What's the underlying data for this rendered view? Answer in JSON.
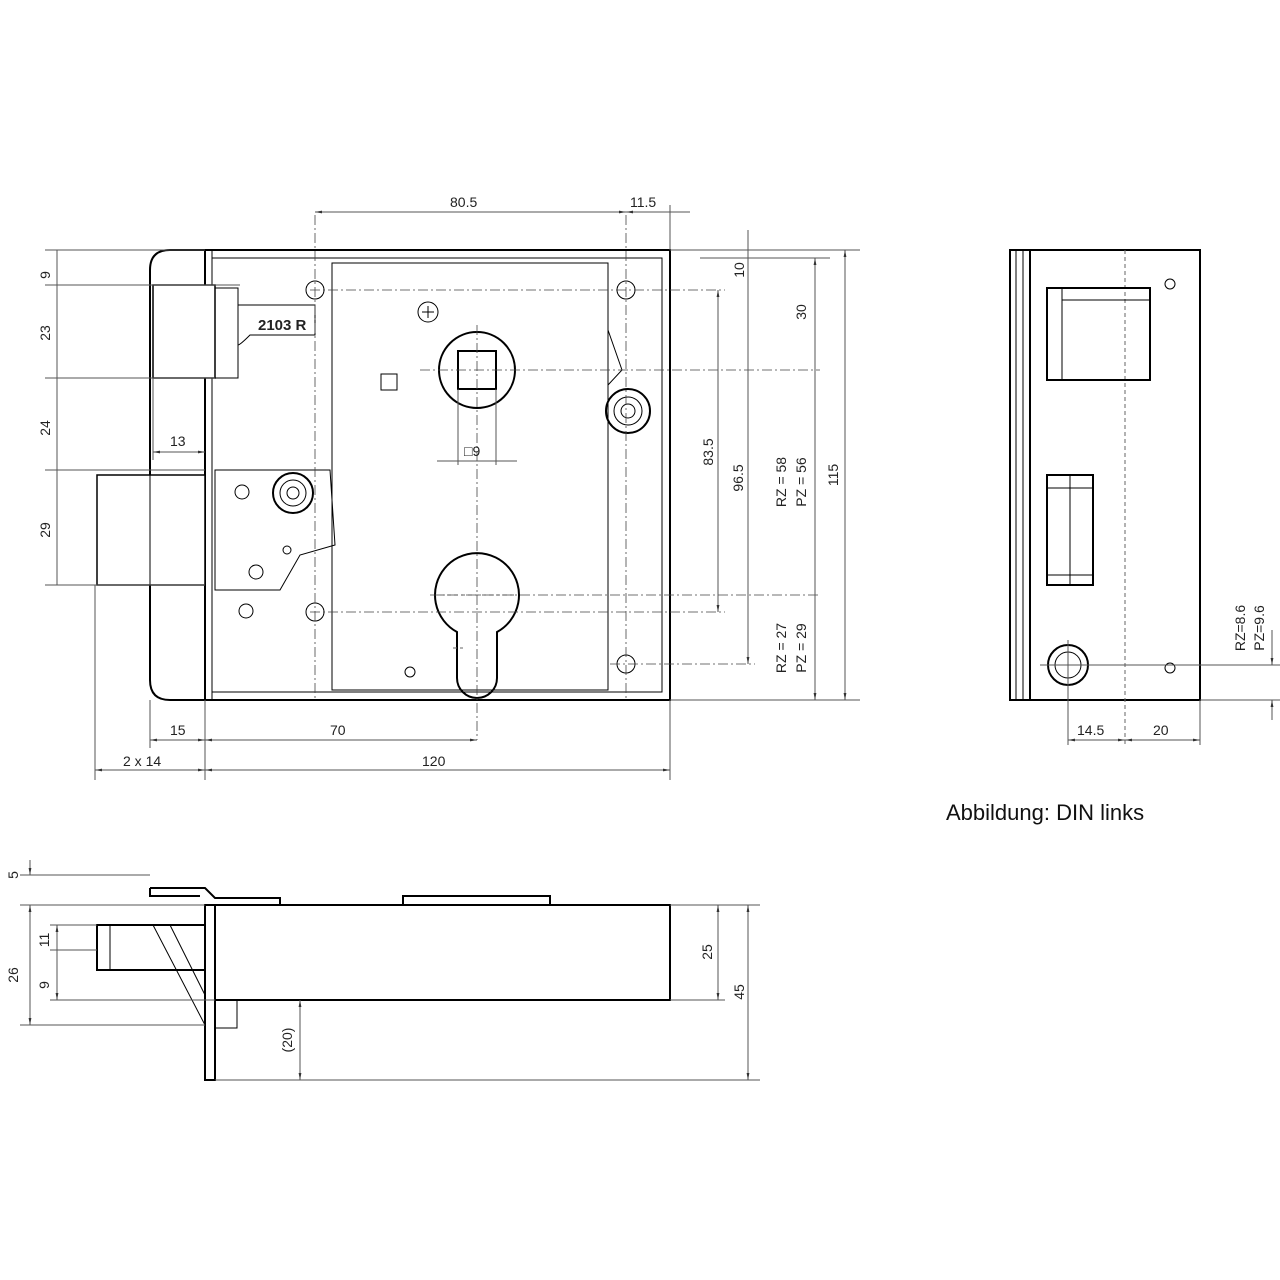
{
  "front_view": {
    "label_model": "2103 R",
    "label_square": "□9",
    "dims": {
      "top_80_5": "80.5",
      "top_11_5": "11.5",
      "left_9": "9",
      "left_23": "23",
      "left_24": "24",
      "left_29": "29",
      "latch_13": "13",
      "right_10": "10",
      "right_30": "30",
      "right_83_5": "83.5",
      "right_96_5": "96.5",
      "rz_58": "RZ = 58",
      "pz_56": "PZ = 56",
      "rz_27": "RZ = 27",
      "pz_29": "PZ = 29",
      "right_115": "115",
      "bottom_15": "15",
      "bottom_70": "70",
      "bottom_2x14": "2 x 14",
      "bottom_120": "120"
    }
  },
  "side_view": {
    "dims": {
      "rz_8_6": "RZ=8.6",
      "pz_9_6": "PZ=9.6",
      "bottom_14_5": "14.5",
      "bottom_20": "20"
    }
  },
  "caption": "Abbildung: DIN links",
  "bottom_view": {
    "dims": {
      "left_5": "5",
      "left_11": "11",
      "left_26": "26",
      "left_9": "9",
      "right_25": "25",
      "right_45": "45",
      "depth_20": "(20)"
    }
  }
}
